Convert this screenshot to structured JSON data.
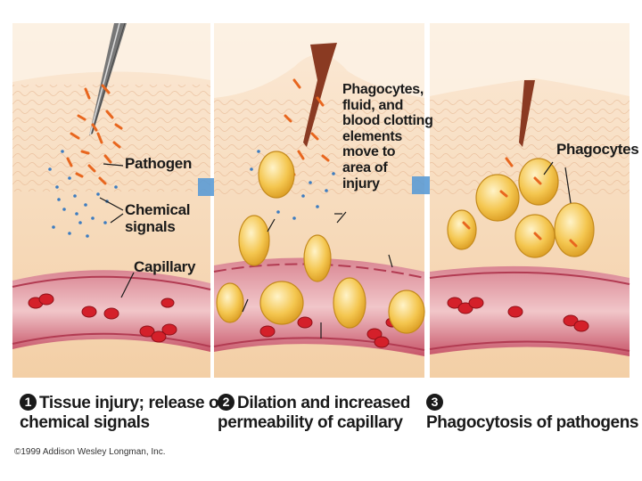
{
  "labels": {
    "pathogen": "Pathogen",
    "chemical_signals": "Chemical\nsignals",
    "capillary": "Capillary",
    "phagocytes_fluid": "Phagocytes,\nfluid, and\nblood clotting\nelements\nmove to\narea of\ninjury",
    "phagocytes": "Phagocytes"
  },
  "captions": [
    {
      "number": "1",
      "text": "Tissue injury; release of\nchemical signals"
    },
    {
      "number": "2",
      "text": "Dilation and increased\npermeability of capillary"
    },
    {
      "number": "3",
      "text": "Phagocytosis of pathogens"
    }
  ],
  "copyright": "©1999 Addison Wesley Longman, Inc.",
  "colors": {
    "skin": "#f7d9b6",
    "skin_light": "#fbe7cf",
    "tissue_lines": "#e8b78f",
    "capillary": "#c9556a",
    "blood_cell": "#d4202a",
    "pathogen": "#e8661e",
    "chemical_dot": "#3d7cc0",
    "phagocyte": "#f2c04a",
    "arrow": "#5b9bd5",
    "needle": "#6b6b6b"
  }
}
